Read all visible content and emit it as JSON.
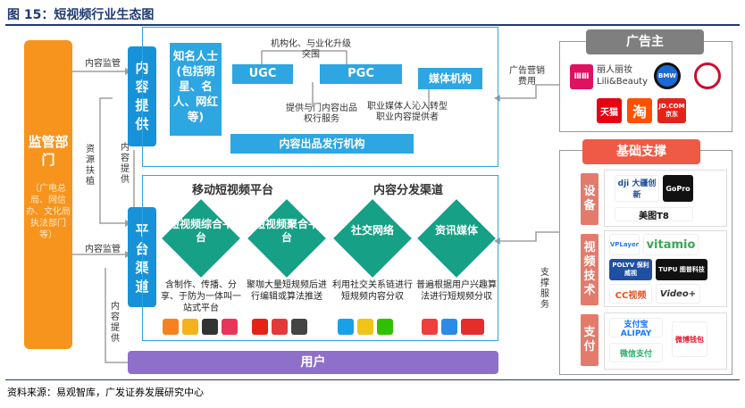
{
  "header": {
    "title": "图 15：短视频行业生态图"
  },
  "footer": {
    "source": "资料来源：易观智库，广发证券发展研究中心"
  },
  "regulator": {
    "title": "监管部门",
    "subtitle": "（广电总局、网信办、文化局执法部门等）"
  },
  "content": {
    "side_label": "内容提供",
    "people_box": "知名人士(包括明星、名人、网红等)",
    "ugc": "UGC",
    "pgc": "PGC",
    "media": "媒体机构",
    "distributor": "内容出品发行机构",
    "note_top": "机构化、与业化升级突围",
    "note_left": "提供与门内容出品权行服务",
    "note_right": "职业媒体人沁入转型职业内容提供者"
  },
  "platform": {
    "side_label": "平台渠道",
    "mobile_title": "移动短视频平台",
    "channel_title": "内容分发渠道",
    "items": [
      {
        "name": "短视频综合平台",
        "desc": "含制作、传播、分享、于防为一体叫一站式平台"
      },
      {
        "name": "短视频聚合平台",
        "desc": "聚咖大量短规频后进行编辑或算法推送"
      },
      {
        "name": "社交网络",
        "desc": "利用社交关系链进行短规频内容分収"
      },
      {
        "name": "资讯媒体",
        "desc": "普遍根据用户兴趣算法进行短规频分収"
      }
    ]
  },
  "users": {
    "label": "用户"
  },
  "flows": {
    "regulate_content": "内容监管",
    "regulate_platform": "内容监管",
    "resource_support": "资源扶植",
    "content_provide": "内容提供",
    "content_provide_users": "内容提供",
    "ad_revenue": "广告营销费用",
    "support_service": "支撑服务"
  },
  "ads": {
    "title": "广告主",
    "logos": [
      {
        "icon": "liren-logo",
        "text": "丽人丽妆 Lili&Beauty"
      },
      {
        "icon": "bmw-logo",
        "text": "BMW"
      },
      {
        "icon": "seal-logo",
        "text": ""
      },
      {
        "icon": "tmall-logo",
        "text": "天猫"
      },
      {
        "icon": "taobao-logo",
        "text": "淘"
      },
      {
        "icon": "jd-logo",
        "text": "JD.COM 京东"
      }
    ]
  },
  "support": {
    "title": "基础支撑",
    "categories": [
      {
        "name": "设备",
        "logos": [
          "dji 大疆创新",
          "GoPro",
          "美图T8"
        ]
      },
      {
        "name": "视频技术",
        "logos": [
          "VPLayer",
          "vitamio",
          "POLYV 保利威视",
          "TUPU 图普科技",
          "CC视频",
          "Video+"
        ]
      },
      {
        "name": "支付",
        "logos": [
          "支付宝 ALIPAY",
          "微信支付",
          "微博钱包"
        ]
      }
    ]
  },
  "colors": {
    "blue": "#1792d9",
    "green": "#16a085",
    "orange": "#f7941d",
    "purple": "#8e6fc9",
    "red": "#ef5a46"
  }
}
